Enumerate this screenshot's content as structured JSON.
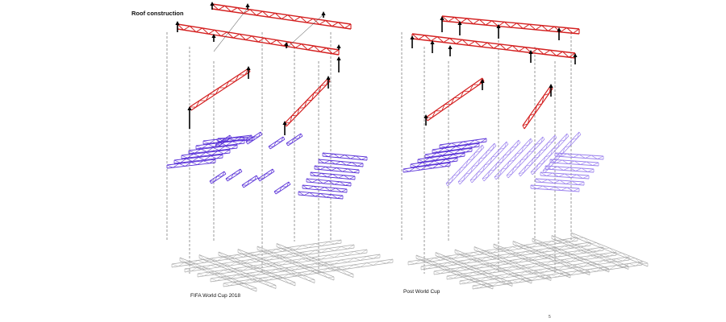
{
  "title": "Roof construction",
  "panels": [
    {
      "id": "left",
      "caption": "FIFA World Cup 2018"
    },
    {
      "id": "right",
      "caption": "Post World Cup"
    }
  ],
  "page_number": "5",
  "colors": {
    "primary_truss": "#d42020",
    "secondary_truss": "#5a32d8",
    "secondary_truss_light": "#9a80ee",
    "base_grid": "#a8a8a8",
    "guide_line": "#555555",
    "arrow": "#000000"
  },
  "legend_shown": false
}
